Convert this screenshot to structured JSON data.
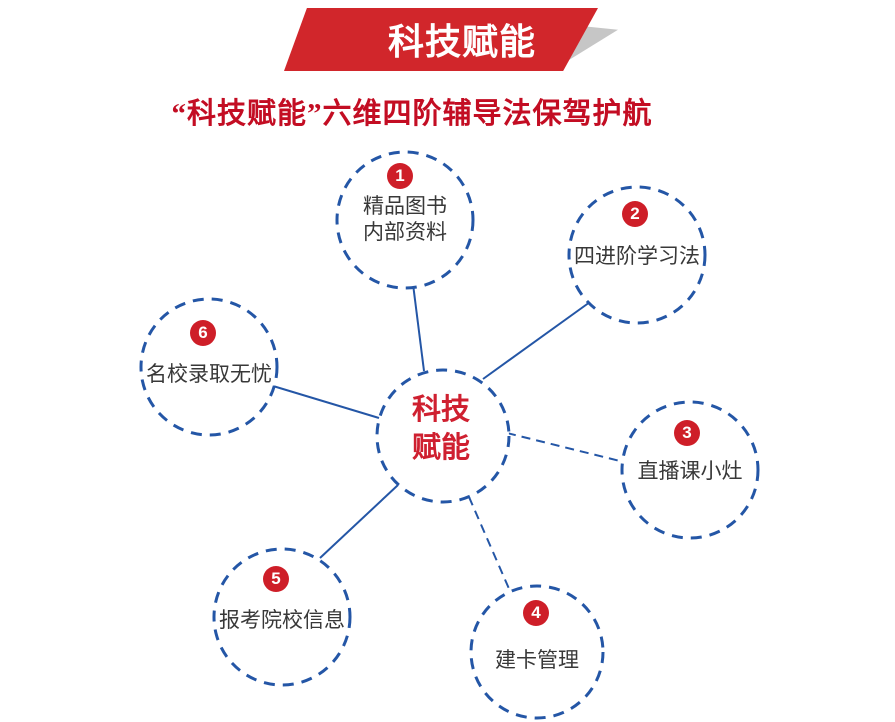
{
  "banner": {
    "label": "科技赋能"
  },
  "title": "“科技赋能”六维四阶辅导法保驾护航",
  "center_node": {
    "lines": [
      "科技",
      "赋能"
    ]
  },
  "nodes": [
    {
      "number": "1",
      "label_lines": [
        "精品图书",
        "内部资料"
      ]
    },
    {
      "number": "2",
      "label_lines": [
        "四进阶学习法"
      ]
    },
    {
      "number": "3",
      "label_lines": [
        "直播课小灶"
      ]
    },
    {
      "number": "4",
      "label_lines": [
        "建卡管理"
      ]
    },
    {
      "number": "5",
      "label_lines": [
        "报考院校信息"
      ]
    },
    {
      "number": "6",
      "label_lines": [
        "名校录取无忧"
      ]
    }
  ],
  "colors": {
    "banner_red": "#d1262b",
    "ribbon_shadow_gray": "#c6c6c6",
    "title_red": "#c30d23",
    "badge_red": "#ce1e28",
    "center_text_red": "#cf2030",
    "node_circle_blue": "#2456a6",
    "label_gray": "#383838"
  }
}
